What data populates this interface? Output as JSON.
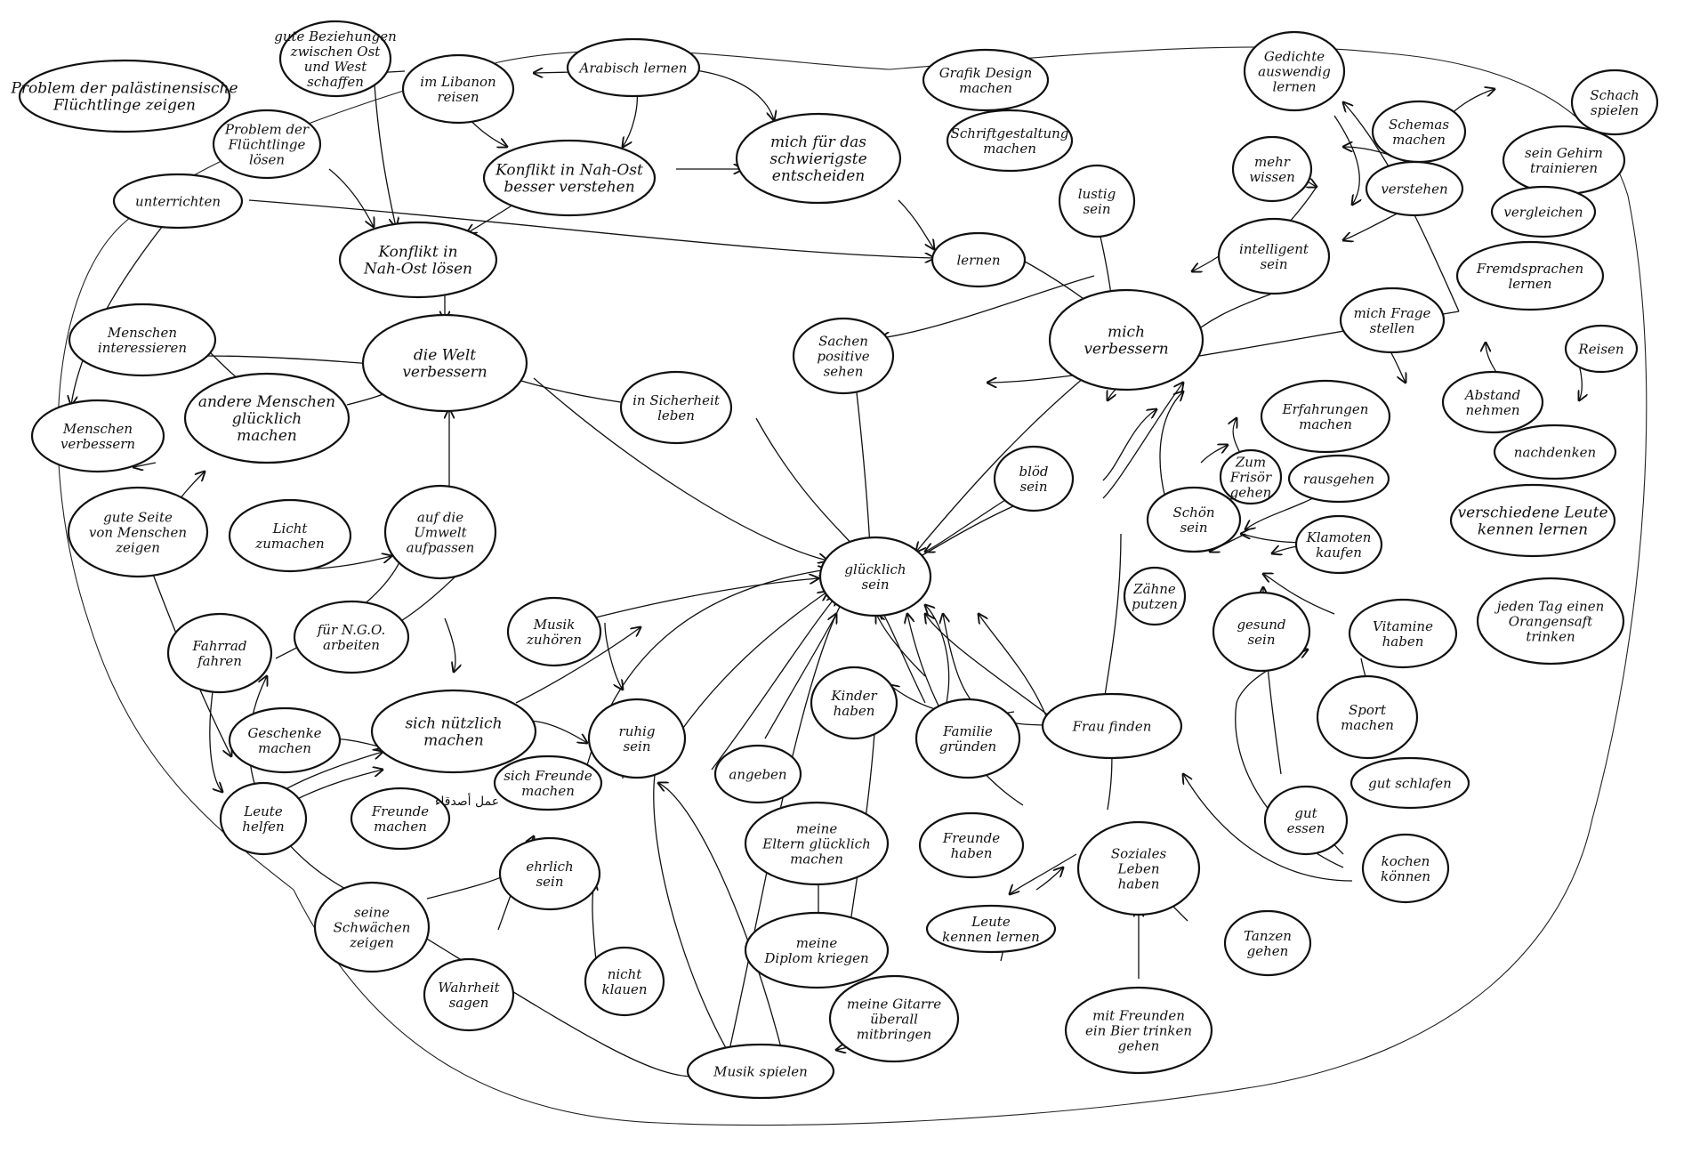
{
  "colors": {
    "ink": "#111111",
    "paper": "#ffffff"
  },
  "nodes": {
    "problem_palestine": "Problem der palästinensische Flüchtlinge zeigen",
    "gute_beziehungen": "gute Beziehungen zwischen Ost und West schaffen",
    "im_libanon": "im Libanon reisen",
    "arabisch": "Arabisch lernen",
    "grafik": "Grafik Design machen",
    "gedichte": "Gedichte auswendig lernen",
    "schach": "Schach spielen",
    "problem_fluechtlinge": "Problem der Flüchtlinge lösen",
    "konflikt_verstehen": "Konflikt in Nah-Ost besser verstehen",
    "schwierigste": "mich für das schwierigste entscheiden",
    "schriftgestaltung": "Schriftgestaltung machen",
    "schemas": "Schemas machen",
    "mehr_wissen": "mehr wissen",
    "gehirn": "sein Gehirn trainieren",
    "verstehen": "verstehen",
    "vergleichen": "vergleichen",
    "unterrichten": "unterrichten",
    "konflikt_loesen": "Konflikt in Nah-Ost lösen",
    "lustig": "lustig sein",
    "lernen": "lernen",
    "intelligent": "intelligent sein",
    "fremdsprachen": "Fremdsprachen lernen",
    "menschen_interessieren": "Menschen interessieren",
    "welt": "die Welt verbessern",
    "sachen_positiv": "Sachen positive sehen",
    "verbessern": "mich verbessern",
    "frage": "mich Frage stellen",
    "reisen": "Reisen",
    "menschen_verbessern": "Menschen verbessern",
    "andere_gluecklich": "andere Menschen glücklich machen",
    "sicherheit": "in Sicherheit leben",
    "erfahrungen": "Erfahrungen machen",
    "abstand": "Abstand nehmen",
    "nachdenken": "nachdenken",
    "gute_seite": "gute Seite von Menschen zeigen",
    "licht": "Licht zumachen",
    "umwelt": "auf die Umwelt aufpassen",
    "bloed": "blöd sein",
    "friseur": "Zum Frisör gehen",
    "rausgehen": "rausgehen",
    "schoen": "Schön sein",
    "verschiedene_leute": "verschiedene Leute kennen lernen",
    "gluecklich": "glücklich sein",
    "klamoten": "Klamoten kaufen",
    "zaehne": "Zähne putzen",
    "fahrrad": "Fahrrad fahren",
    "ngo": "für N.G.O. arbeiten",
    "musik_zuhoeren": "Musik zuhören",
    "orangensaft": "jeden Tag einen Orangensaft trinken",
    "gesund": "gesund sein",
    "vitamine": "Vitamine haben",
    "geschenke": "Geschenke machen",
    "nuetzlich": "sich nützlich machen",
    "ruhig": "ruhig sein",
    "kinder": "Kinder haben",
    "familie": "Familie gründen",
    "frau": "Frau finden",
    "sport": "Sport machen",
    "angeben": "angeben",
    "gut_schlafen": "gut schlafen",
    "leute_helfen": "Leute helfen",
    "freunde_machen": "Freunde machen",
    "sich_freunde": "sich Freunde machen",
    "freunde_arabic": "عمل أصدقاء",
    "ehrlich": "ehrlich sein",
    "eltern": "meine Eltern glücklich machen",
    "freunde_haben": "Freunde haben",
    "soziales": "Soziales Leben haben",
    "gut_essen": "gut essen",
    "kochen": "kochen können",
    "schwaechen": "seine Schwächen zeigen",
    "diplom": "meine Diplom kriegen",
    "leute_kennen": "Leute kennen lernen",
    "tanzen": "Tanzen gehen",
    "wahrheit": "Wahrheit sagen",
    "nicht_klauen": "nicht klauen",
    "gitarre": "meine Gitarre überall mitbringen",
    "bier": "mit Freunden ein Bier trinken gehen",
    "musik_spielen": "Musik spielen"
  }
}
